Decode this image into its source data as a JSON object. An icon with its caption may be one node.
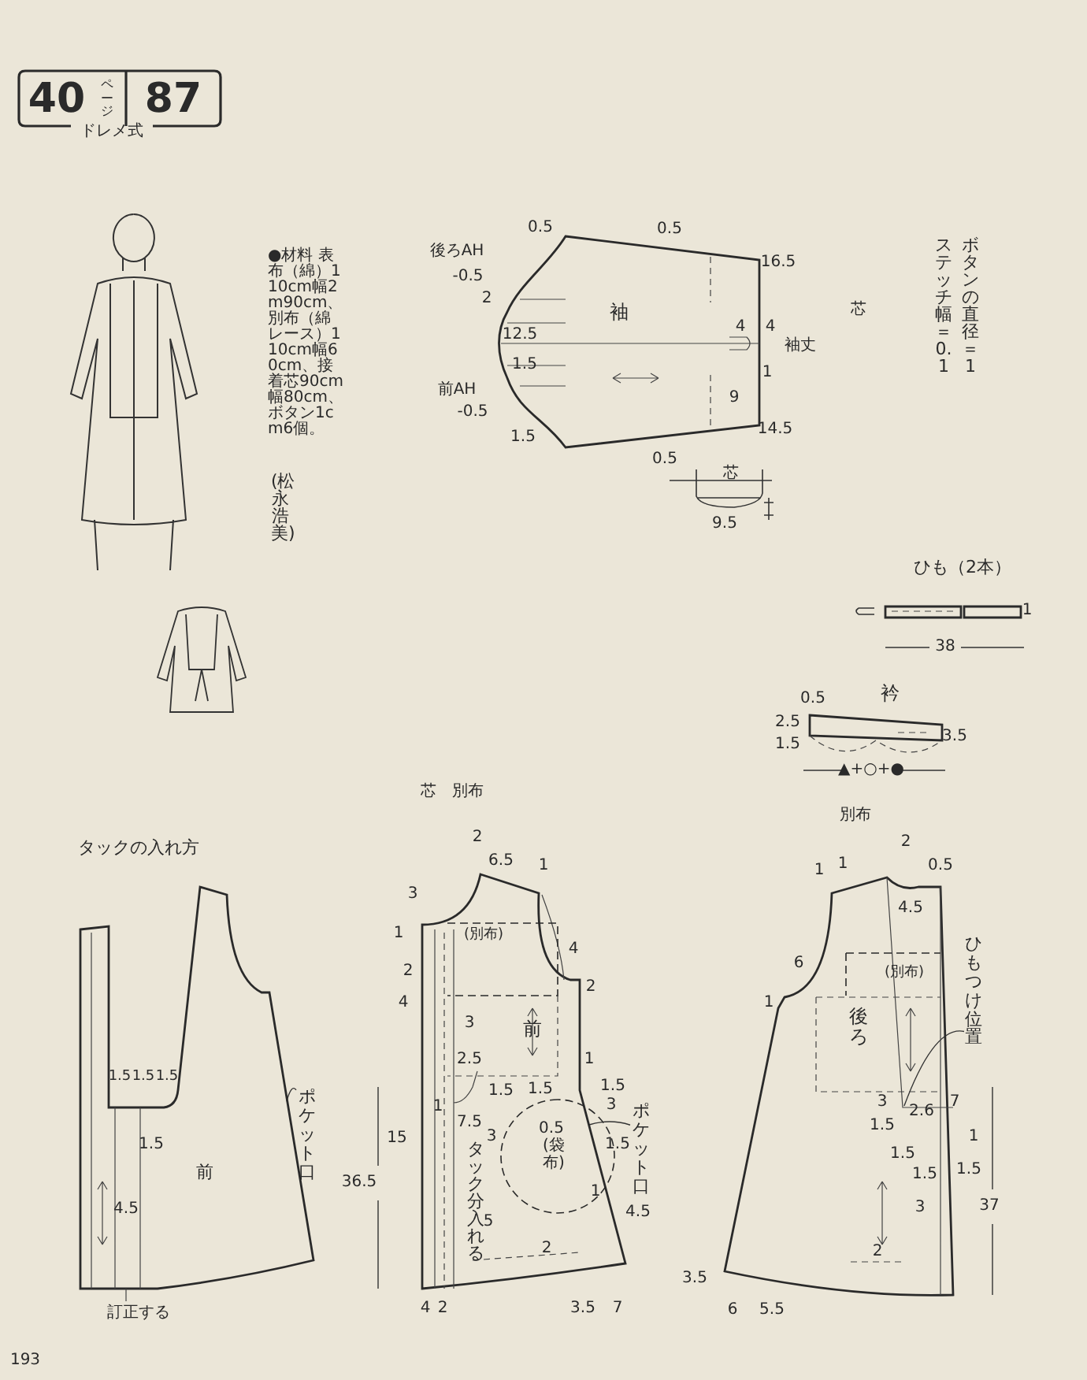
{
  "diagram": {
    "nodes": [
      {
        "text": [
          "40",
          "ページ",
          "87",
          "ドレメ式"
        ]
      },
      {
        "text": [
          "袖"
        ]
      },
      {
        "text": [
          "ひも（2本）"
        ]
      },
      {
        "text": [
          "衿"
        ]
      },
      {
        "text": [
          "タックの入れ方",
          "前"
        ]
      },
      {
        "text": [
          "ポケット口"
        ]
      },
      {
        "text": [
          "前"
        ]
      },
      {
        "text": [
          "(別布)"
        ],
        "in": 6
      },
      {
        "text": [
          "(袋布)"
        ],
        "in": 6
      },
      {
        "text": [
          "ポケット口"
        ]
      },
      {
        "text": [
          "後ろ"
        ]
      },
      {
        "text": [
          "(別布)"
        ],
        "in": 10
      },
      {
        "text": [
          "ひもつけ位置"
        ]
      }
    ],
    "edges": [
      {
        "from": 5,
        "to": 4,
        "arrow": "none"
      },
      {
        "from": 9,
        "to": 6,
        "arrow": "none"
      },
      {
        "from": 12,
        "to": 10,
        "arrow": "none"
      }
    ],
    "labels": [
      "●材料 表布（綿）110cm幅2m90cm、別布（綿レース）110cm幅60cm、接着芯90cm幅80cm、ボタン1cm6個。",
      "(松永浩美)",
      "ステッチ幅＝0.1",
      "ボタンの直径＝1",
      "0.5",
      "0.5",
      "16.5",
      "後ろAH",
      "-0.5",
      "2",
      "12.5",
      "1.5",
      "前AH",
      "-0.5",
      "1.5",
      "0.5",
      "14.5",
      "4",
      "4",
      "1",
      "袖丈",
      "芯",
      "9",
      "芯",
      "9.5",
      "1",
      "38",
      "0.5",
      "2.5",
      "1.5",
      "3.5",
      "▲+○+●",
      "1.5",
      "1.5",
      "1.5",
      "1.5",
      "4.5",
      "訂正する",
      "36.5",
      "15",
      "芯",
      "別布",
      "2",
      "6.5",
      "1",
      "3",
      "1",
      "2",
      "4",
      "3",
      "4",
      "2",
      "2.5",
      "1",
      "1",
      "1.5",
      "1.5",
      "1.5",
      "7.5",
      "3",
      "0.5",
      "3",
      "1.5",
      "1",
      "4.5",
      "5",
      "タック分入れる",
      "2",
      "4",
      "2",
      "3.5",
      "7",
      "別布",
      "2",
      "1",
      "1",
      "0.5",
      "4.5",
      "6",
      "1",
      "3",
      "2.6",
      "7",
      "1.5",
      "1",
      "1.5",
      "1.5",
      "1.5",
      "3",
      "37",
      "2",
      "3.5",
      "6",
      "5.5",
      "193"
    ]
  }
}
